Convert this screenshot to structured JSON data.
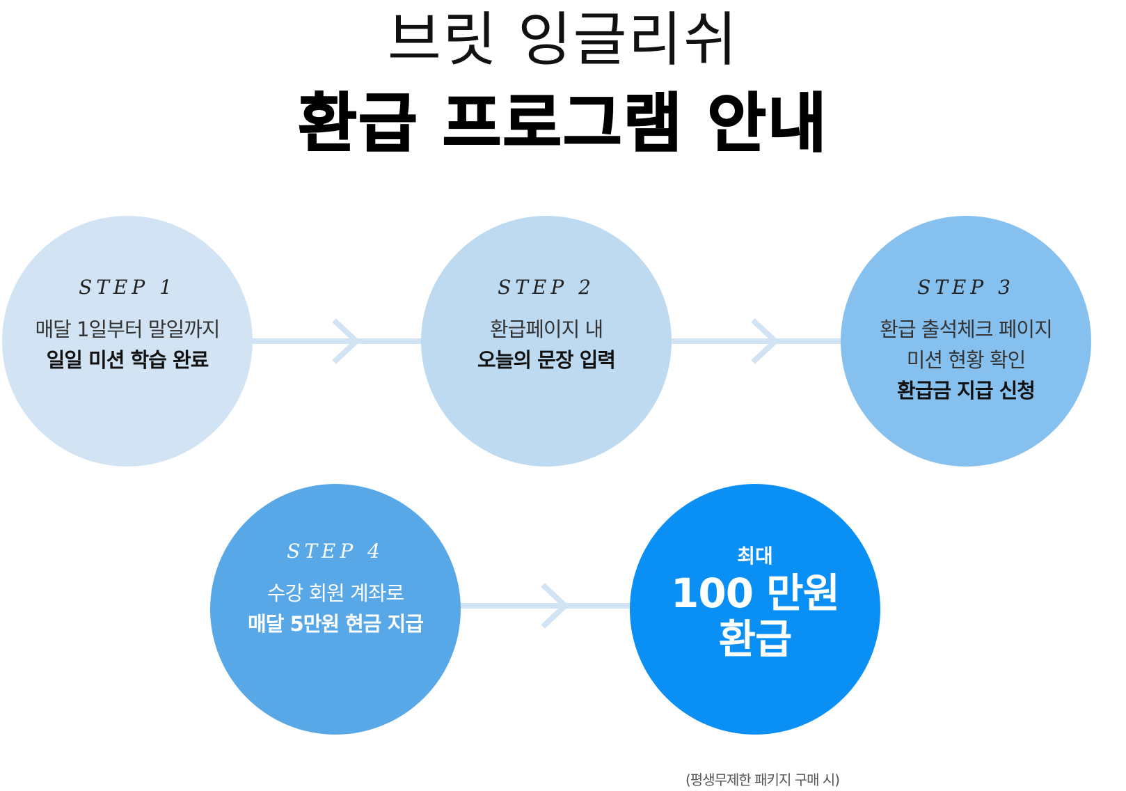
{
  "header": {
    "brand_line": "브릿 잉글리쉬",
    "title": "환급 프로그램 안내"
  },
  "colors": {
    "step1": "#d2e4f4",
    "step2": "#bddaf1",
    "step3": "#85c0ef",
    "step4": "#58a8e8",
    "final": "#0a8ff5",
    "connector": "#d2e4f4",
    "dark_text": "#111111",
    "light_text": "#ffffff"
  },
  "steps": [
    {
      "label": "STEP 1",
      "lines": [
        "매달 1일부터 말일까지"
      ],
      "bold": "일일 미션 학습 완료"
    },
    {
      "label": "STEP 2",
      "lines": [
        "환급페이지 내"
      ],
      "bold": "오늘의 문장 입력"
    },
    {
      "label": "STEP 3",
      "lines": [
        "환급 출석체크 페이지",
        "미션 현황 확인"
      ],
      "bold": "환급금 지급 신청"
    },
    {
      "label": "STEP 4",
      "lines": [
        "수강 회원 계좌로"
      ],
      "bold": "매달 5만원 현금 지급"
    }
  ],
  "final": {
    "prefix": "최대",
    "amount": "100 만원",
    "action": "환급",
    "footnote": "(평생무제한 패키지 구매 시)"
  },
  "connectors": [
    {
      "from": "STEP 1",
      "to": "STEP 2",
      "icon": "chevron-right-icon"
    },
    {
      "from": "STEP 2",
      "to": "STEP 3",
      "icon": "chevron-right-icon"
    },
    {
      "from": "STEP 4",
      "to": "final",
      "icon": "chevron-right-icon"
    }
  ]
}
